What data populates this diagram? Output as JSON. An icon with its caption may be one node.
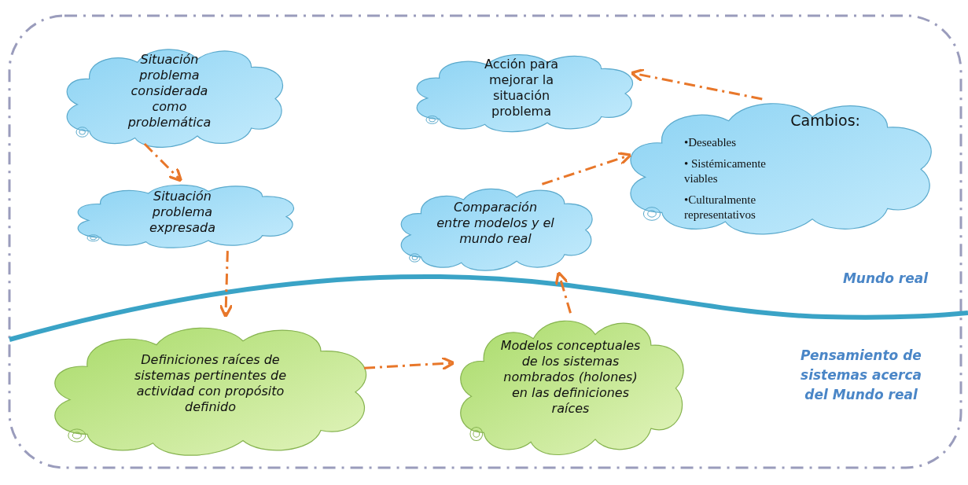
{
  "diagram": {
    "nodes": [
      {
        "text": [
          "Situación problema considerada como problemática"
        ]
      },
      {
        "text": [
          "Situación problema expresada"
        ]
      },
      {
        "text": [
          "Definiciones raíces de sistemas pertinentes de actividad con propósito definido"
        ]
      },
      {
        "text": [
          "Modelos conceptuales de los sistemas nombrados (holones) en las definiciones raíces"
        ]
      },
      {
        "text": [
          "Comparación entre modelos y el mundo real"
        ]
      },
      {
        "text": [
          "Cambios:",
          "•Deseables",
          "• Sistémicamente viables",
          "•Culturalmente representativos"
        ]
      },
      {
        "text": [
          "Acción para mejorar la situación problema"
        ]
      }
    ],
    "edges": [
      {
        "from": 0,
        "to": 1,
        "arrow": "to",
        "style": "dashed"
      },
      {
        "from": 1,
        "to": 2,
        "arrow": "to",
        "style": "dashed"
      },
      {
        "from": 2,
        "to": 3,
        "arrow": "to",
        "style": "dashed"
      },
      {
        "from": 3,
        "to": 4,
        "arrow": "to",
        "style": "dashed"
      },
      {
        "from": 4,
        "to": 5,
        "arrow": "to",
        "style": "dashed"
      },
      {
        "from": 5,
        "to": 6,
        "arrow": "to",
        "style": "dashed"
      }
    ],
    "labels": [
      "Mundo real",
      "Pensamiento de sistemas acerca del Mundo real"
    ]
  }
}
